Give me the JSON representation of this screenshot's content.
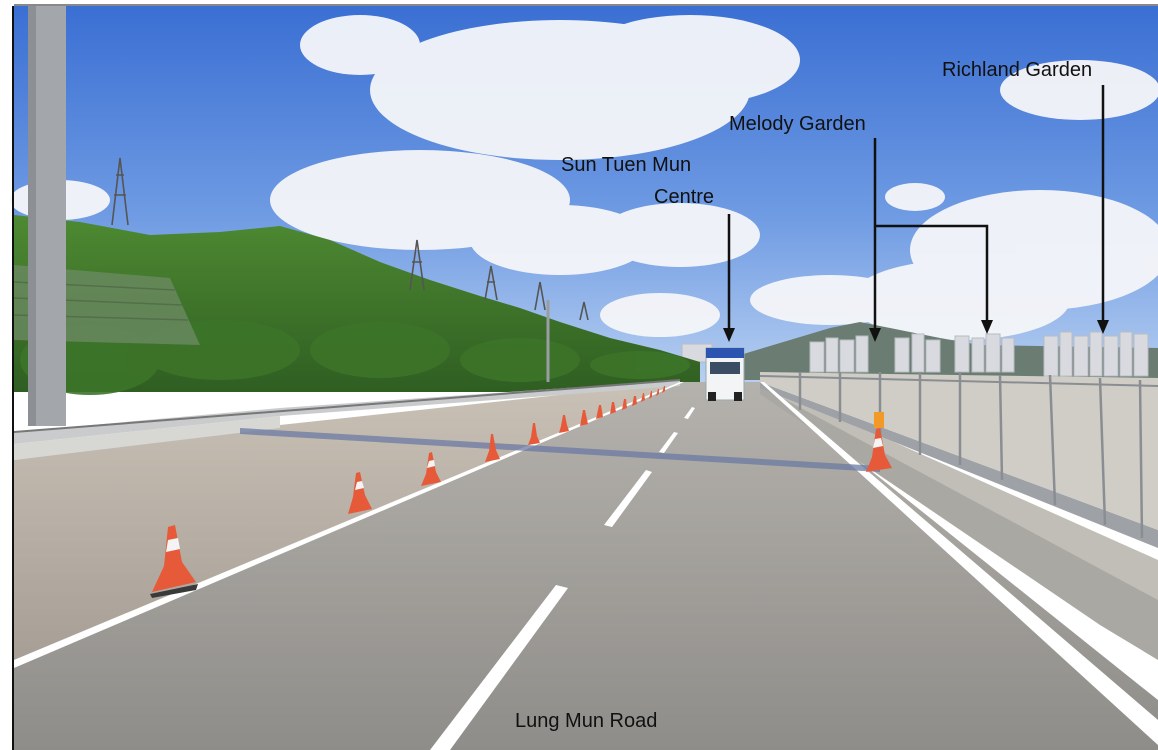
{
  "labels": {
    "richland_garden": "Richland Garden",
    "melody_garden": "Melody Garden",
    "sun_tuen_mun_line1": "Sun Tuen Mun",
    "sun_tuen_mun_line2": "Centre",
    "lung_mun_road": "Lung Mun Road"
  },
  "colors": {
    "sky_top": "#3f74d6",
    "sky_bottom": "#a9c6ef",
    "cloud": "#f6f7fa",
    "hill_green": "#3f7a2a",
    "hill_dark": "#2d5a1f",
    "road": "#9a9893",
    "road_light": "#b3b0aa",
    "lane_marking": "#ffffff",
    "cone_orange": "#e2573a",
    "annotation": "#111111"
  }
}
